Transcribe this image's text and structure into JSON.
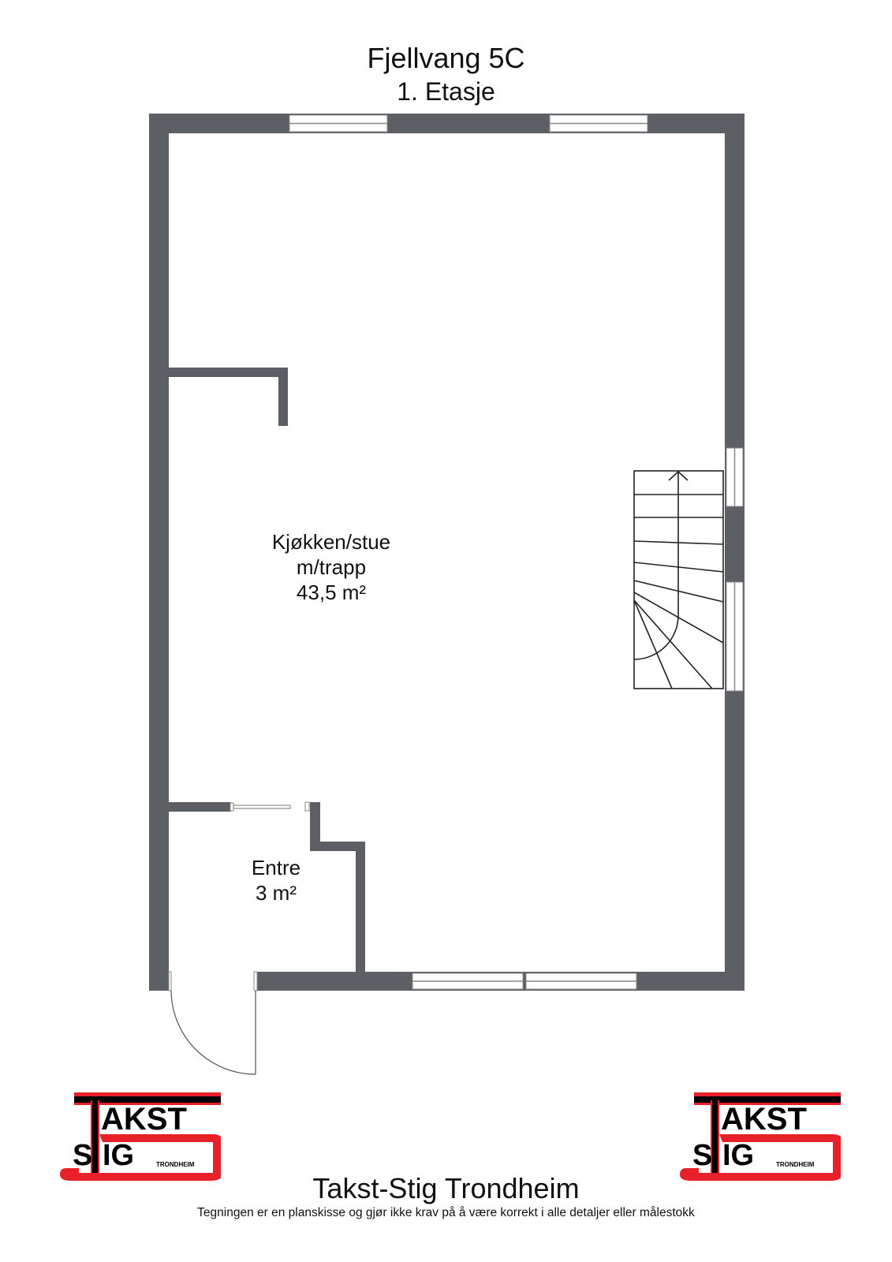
{
  "header": {
    "title": "Fjellvang 5C",
    "floor": "1. Etasje"
  },
  "rooms": [
    {
      "name": "Kjøkken/stue",
      "subtitle": "m/trapp",
      "area": "43,5 m²"
    },
    {
      "name": "Entre",
      "area": "3 m²"
    }
  ],
  "logo": {
    "line1": "AKST",
    "line2_left": "S",
    "line2_right": "IG",
    "small": "TRONDHEIM",
    "colors": {
      "red": "#e8202a",
      "black": "#000000"
    }
  },
  "footer": {
    "company": "Takst-Stig Trondheim",
    "disclaimer": "Tegningen er en planskisse og gjør ikke krav på å være korrekt i alle detaljer eller målestokk"
  },
  "colors": {
    "wall": "#5c5f64",
    "background": "#ffffff",
    "line": "#222222"
  }
}
